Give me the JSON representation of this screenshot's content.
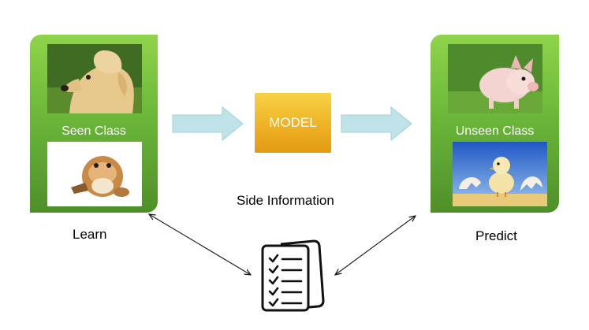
{
  "diagram": {
    "left_panel": {
      "label": "Seen Class"
    },
    "right_panel": {
      "label": "Unseen Class"
    },
    "model_label": "MODEL",
    "side_information": "Side Information",
    "learn": "Learn",
    "predict": "Predict"
  },
  "icons": [
    "dog-photo",
    "hamster-photo",
    "pig-photo",
    "chick-photo",
    "right-arrow-icon",
    "double-arrow-icon",
    "checklist-document-icon"
  ],
  "colors": {
    "panel_green": "#6cb83a",
    "model_orange": "#efb225",
    "arrow_fill": "#bfe3e8"
  }
}
